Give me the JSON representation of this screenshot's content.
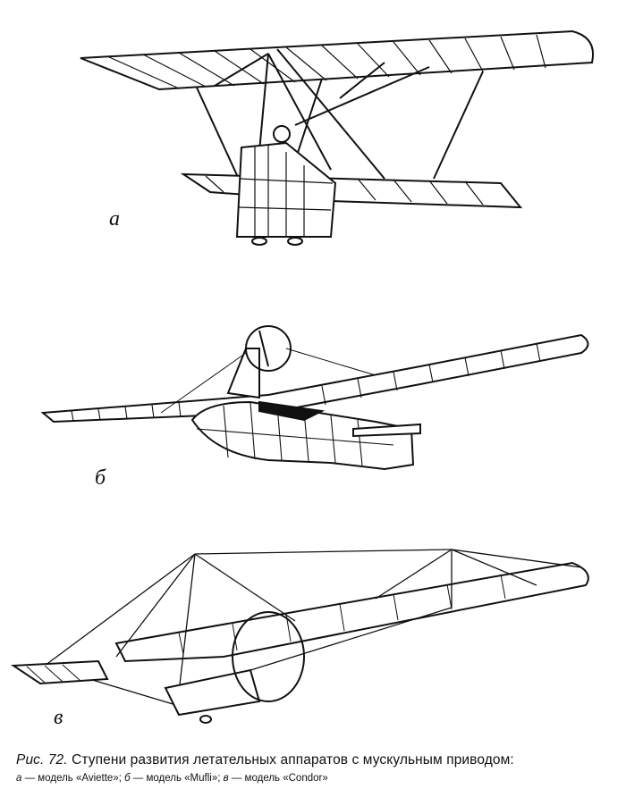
{
  "figures": [
    {
      "label": "а",
      "model": "Aviette"
    },
    {
      "label": "б",
      "model": "Mufli"
    },
    {
      "label": "в",
      "model": "Condor"
    }
  ],
  "caption": {
    "figure_number": "Рис. 72.",
    "title": "Ступени развития летательных аппаратов с мускульным приводом:",
    "legend": [
      {
        "letter": "а",
        "text": "— модель «Aviette»;"
      },
      {
        "letter": "б",
        "text": "— модель «Mufli»;"
      },
      {
        "letter": "в",
        "text": "— модель «Condor»"
      }
    ]
  }
}
